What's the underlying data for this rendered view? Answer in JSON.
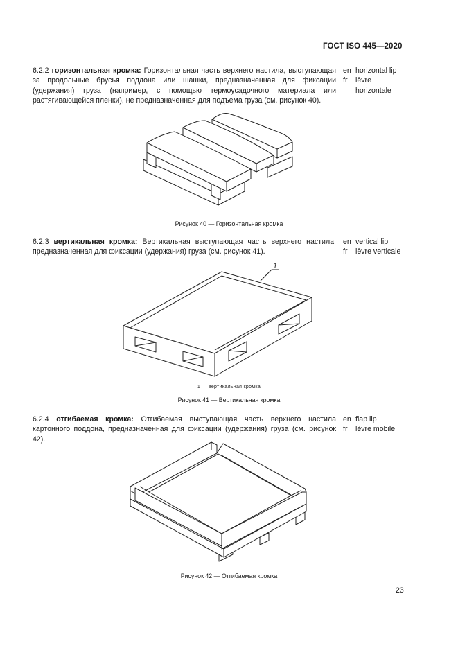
{
  "header": {
    "doc_id": "ГОСТ ISO 445—2020"
  },
  "sections": [
    {
      "number": "6.2.2",
      "term": "горизонтальная кромка:",
      "definition": "Горизонтальная часть верхнего настила, выступающая за продольные брусья поддона или шашки, предназначенная для фиксации (удержания) груза (например, с помощью термоусадочного материала или растягивающейся пленки), не предназначенная для подъема груза (см. рисунок 40).",
      "en": "horizontal lip",
      "fr_line1": "lèvre",
      "fr_line2": "horizontale",
      "figure_caption": "Рисунок 40 — Горизонтальная кромка"
    },
    {
      "number": "6.2.3",
      "term": "вертикальная кромка:",
      "definition": "Вертикальная выступающая часть верхнего настила, предназначенная для фиксации (удержания) груза (см. рисунок 41).",
      "en": "vertical lip",
      "fr_line1": "lèvre verticale",
      "figure_callout": "1",
      "figure_legend": "1 — вертикальная кромка",
      "figure_caption": "Рисунок 41 — Вертикальная кромка"
    },
    {
      "number": "6.2.4",
      "term": "отгибаемая кромка:",
      "definition": "Отгибаемая выступающая часть верхнего настила картонного поддона, предназначенная для фиксации (удержания) груза (см. рисунок 42).",
      "en": "flap lip",
      "fr_line1": "lèvre mobile",
      "figure_caption": "Рисунок 42 — Отгибаемая кромка"
    }
  ],
  "lang_labels": {
    "en": "en",
    "fr": "fr"
  },
  "footer": {
    "page_number": "23"
  }
}
